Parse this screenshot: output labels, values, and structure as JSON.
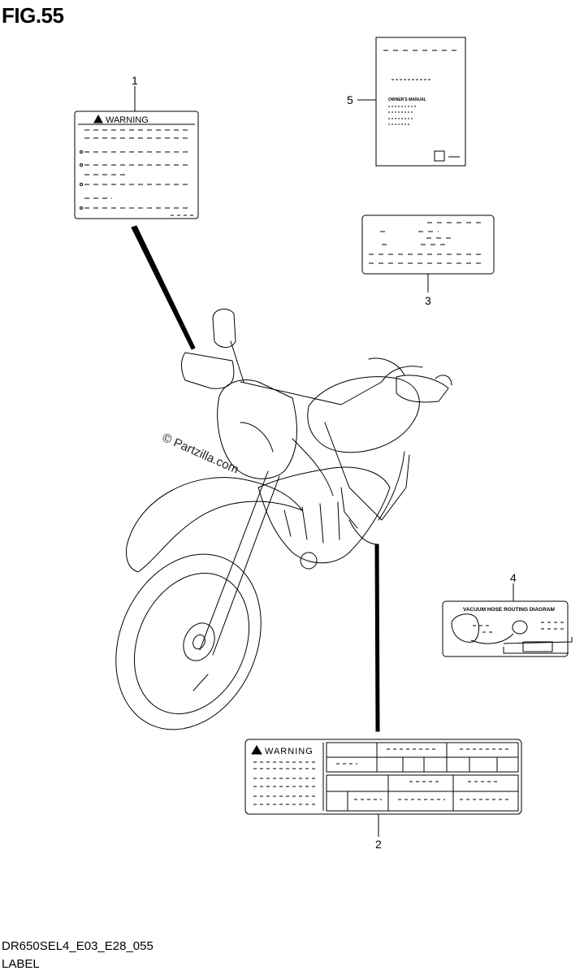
{
  "figure": {
    "title": "FIG.55",
    "code": "DR650SEL4_E03_E28_055",
    "section": "LABEL",
    "copyright": "© Partzilla.com"
  },
  "callouts": [
    {
      "number": "1"
    },
    {
      "number": "2"
    },
    {
      "number": "3"
    },
    {
      "number": "4"
    },
    {
      "number": "5"
    }
  ],
  "labels": {
    "warning_label_1": {
      "heading": "WARNING"
    },
    "warning_label_2": {
      "heading": "WARNING"
    },
    "vacuum_hose_label": {
      "heading": "VACUUM HOSE ROUTING DIAGRAM"
    },
    "owners_manual": {
      "heading": "OWNER'S MANUAL"
    }
  }
}
